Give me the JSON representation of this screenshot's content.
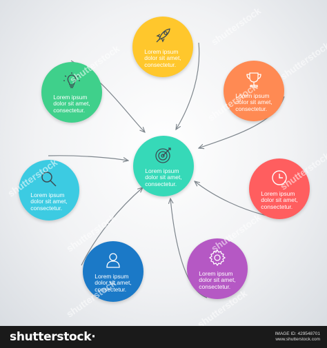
{
  "colors": {
    "yellow": "#ffc72c",
    "orange": "#ff8a53",
    "green": "#3fd08b",
    "teal": "#36d9b8",
    "cyan": "#3ccbe2",
    "red": "#ff5e5f",
    "blue": "#1b79c7",
    "purple": "#b558c4"
  },
  "nodes": {
    "center": {
      "icon": "target-icon",
      "line1": "Lorem ipsum",
      "line2": "dolor sit amet,",
      "line3": "consectetur."
    },
    "top": {
      "icon": "rocket-icon",
      "line1": "Lorem ipsum",
      "line2": "dolor sit amet,",
      "line3": "consectetur."
    },
    "top_right": {
      "icon": "trophy-icon",
      "line1": "Lorem ipsum",
      "line2": "dolor sit amet,",
      "line3": "consectetur."
    },
    "top_left": {
      "icon": "lightbulb-icon",
      "line1": "Lorem ipsum",
      "line2": "dolor sit amet,",
      "line3": "consectetur."
    },
    "left": {
      "icon": "magnifier-icon",
      "line1": "Lorem ipsum",
      "line2": "dolor sit amet,",
      "line3": "consectetur."
    },
    "right": {
      "icon": "clock-icon",
      "line1": "Lorem ipsum",
      "line2": "dolor sit amet,",
      "line3": "consectetur."
    },
    "bottom_left": {
      "icon": "user-icon",
      "line1": "Lorem ipsum",
      "line2": "dolor sit amet,",
      "line3": "consectetur."
    },
    "bottom_right": {
      "icon": "gear-icon",
      "line1": "Lorem ipsum",
      "line2": "dolor sit amet,",
      "line3": "consectetur."
    }
  },
  "watermark": "shutterstock",
  "footer": {
    "brand": "shutterstock·",
    "image_id": "IMAGE ID: 429548701",
    "site": "www.shutterstock.com"
  }
}
